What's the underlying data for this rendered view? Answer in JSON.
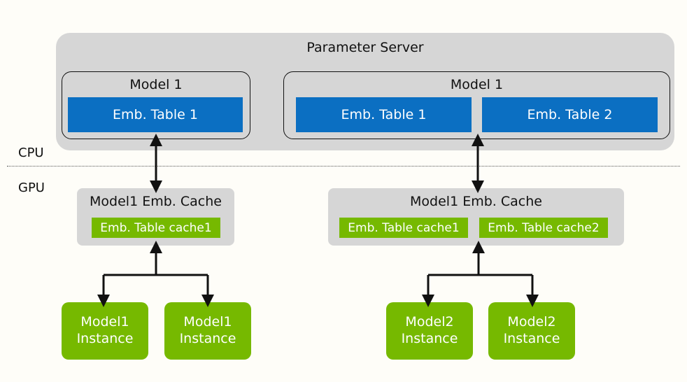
{
  "parameter_server": {
    "title": "Parameter Server"
  },
  "left_model": {
    "title": "Model 1",
    "tables": [
      "Emb. Table 1"
    ]
  },
  "right_model": {
    "title": "Model 1",
    "tables": [
      "Emb. Table 1",
      "Emb. Table 2"
    ]
  },
  "labels": {
    "cpu": "CPU",
    "gpu": "GPU"
  },
  "left_cache": {
    "title": "Model1 Emb. Cache",
    "items": [
      "Emb. Table cache1"
    ]
  },
  "right_cache": {
    "title": "Model1 Emb. Cache",
    "items": [
      "Emb. Table cache1",
      "Emb. Table cache2"
    ]
  },
  "instances": [
    {
      "line1": "Model1",
      "line2": "Instance"
    },
    {
      "line1": "Model1",
      "line2": "Instance"
    },
    {
      "line1": "Model2",
      "line2": "Instance"
    },
    {
      "line1": "Model2",
      "line2": "Instance"
    }
  ],
  "colors": {
    "emb_table": "#0b6fc2",
    "cache_green": "#76b900",
    "container_gray": "#d6d6d6"
  }
}
